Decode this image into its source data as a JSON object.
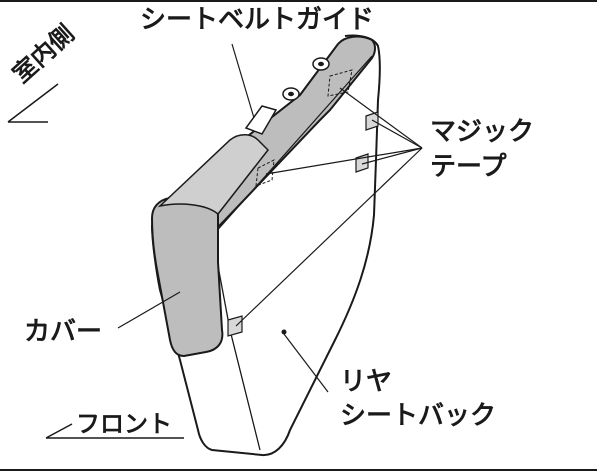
{
  "labels": {
    "seat_belt_guide": "シートベルトガイド",
    "interior_side": "室内側",
    "magic_tape_1": "マジック",
    "magic_tape_2": "テープ",
    "cover": "カバー",
    "rear_seatback_1": "リヤ",
    "rear_seatback_2": "シートバック",
    "front": "フロント"
  },
  "colors": {
    "line": "#1a1a1a",
    "cover_fill": "#bdbdbd",
    "tape_fill": "#d8d8d8",
    "background": "#ffffff"
  }
}
